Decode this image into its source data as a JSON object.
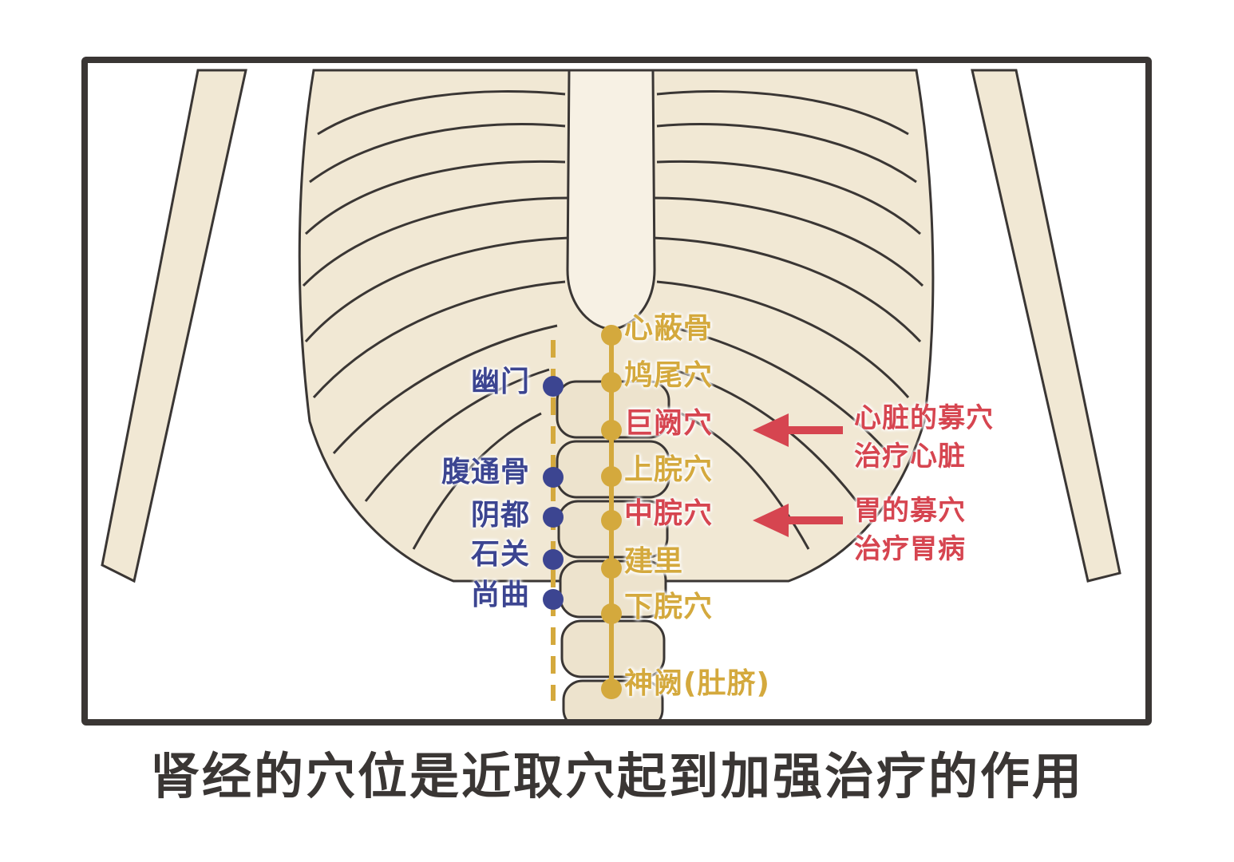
{
  "colors": {
    "conception_vessel": "#d4a93d",
    "kidney_meridian": "#3c4591",
    "highlight": "#d64550",
    "bone": "#f1e8d4",
    "outline": "#3a3634"
  },
  "ren_points": [
    {
      "name": "心蔽骨",
      "highlight": false
    },
    {
      "name": "鸠尾穴",
      "highlight": false
    },
    {
      "name": "巨阙穴",
      "highlight": true
    },
    {
      "name": "上脘穴",
      "highlight": false
    },
    {
      "name": "中脘穴",
      "highlight": true
    },
    {
      "name": "建里",
      "highlight": false
    },
    {
      "name": "下脘穴",
      "highlight": false
    },
    {
      "name": "神阙(肚脐)",
      "highlight": false
    }
  ],
  "kidney_points": [
    "幽门",
    "腹通骨",
    "阴都",
    "石关",
    "尚曲"
  ],
  "notes": [
    {
      "line1": "心脏的募穴",
      "line2": "治疗心脏"
    },
    {
      "line1": "胃的募穴",
      "line2": "治疗胃病"
    }
  ],
  "caption": "肾经的穴位是近取穴起到加强治疗的作用"
}
